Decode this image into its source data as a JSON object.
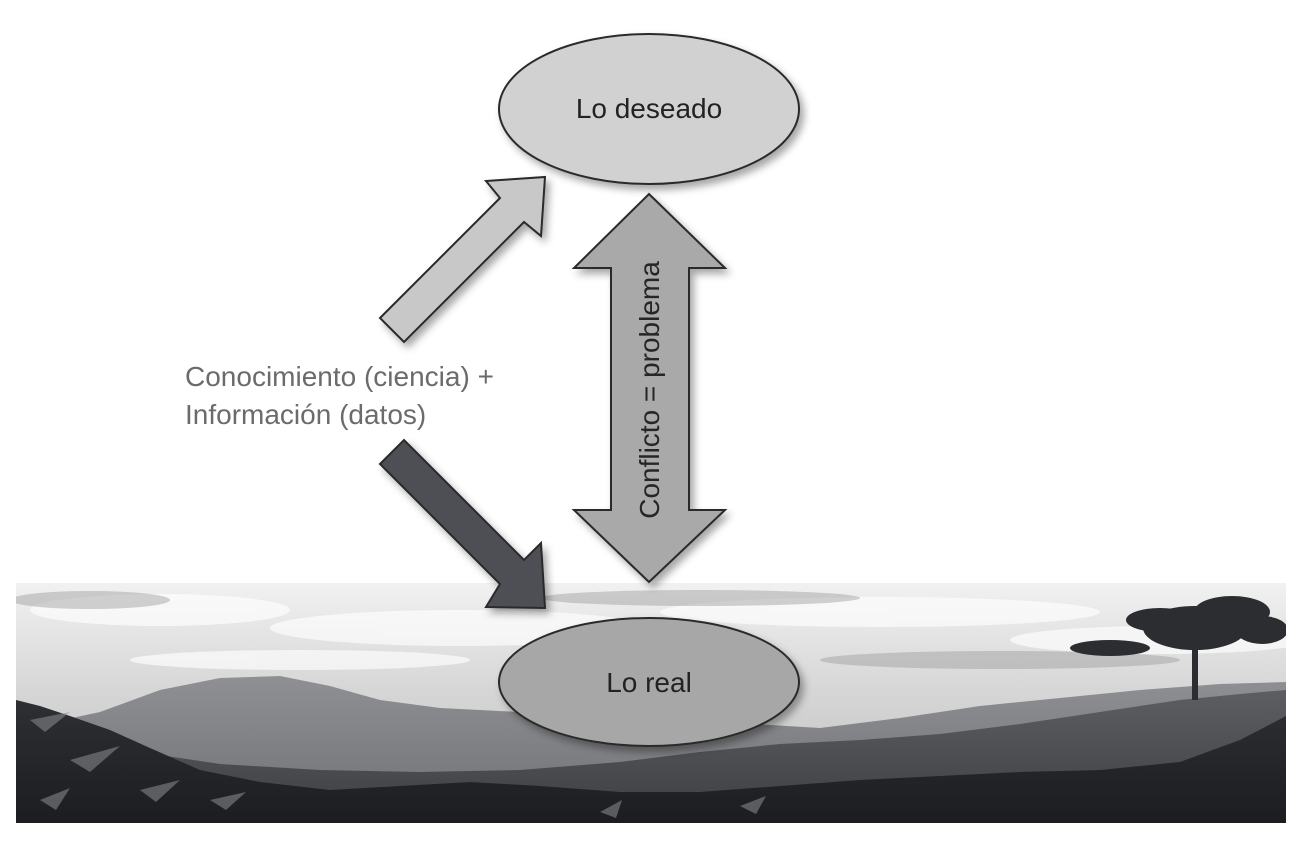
{
  "diagram": {
    "top_node": "Lo deseado",
    "bottom_node": "Lo real",
    "left_label": {
      "line1": "Conocimiento (ciencia) +",
      "line2": "Información (datos)"
    },
    "vertical_label": "Conflicto = problema"
  },
  "colors": {
    "ellipse_top_fill": "#d1d1d1",
    "ellipse_bottom_fill": "#a7a7a7",
    "arrow_light_fill": "#c8c8c8",
    "arrow_dark_fill": "#4e4f54",
    "arrow_vertical_fill": "#a9a9a9",
    "stroke": "#2a2a2a",
    "side_text": "#6b6b6b"
  },
  "background": {
    "type": "grayscale-landscape-photo"
  }
}
